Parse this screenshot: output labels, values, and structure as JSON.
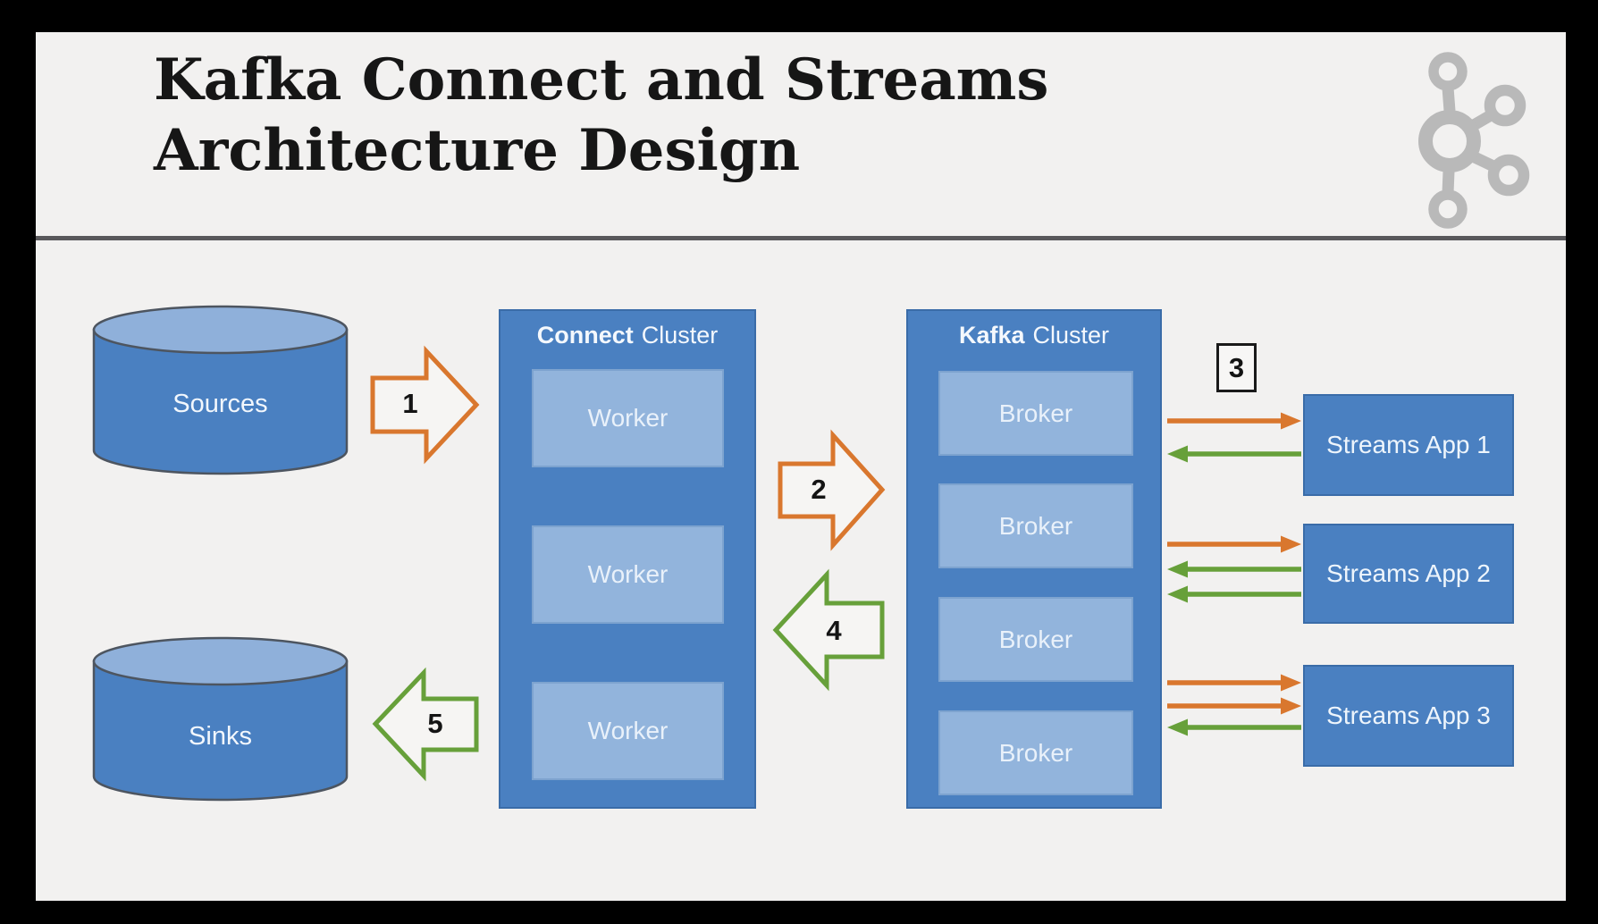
{
  "title": {
    "line1": "Kafka Connect and Streams",
    "line2": "Architecture Design"
  },
  "logo": {
    "name": "Apache Kafka logo",
    "color": "#b9b9b9"
  },
  "diagram": {
    "sources": {
      "label": "Sources"
    },
    "sinks": {
      "label": "Sinks"
    },
    "connect_cluster": {
      "title_bold": "Connect",
      "title_rest": "Cluster",
      "workers": [
        {
          "label": "Worker"
        },
        {
          "label": "Worker"
        },
        {
          "label": "Worker"
        }
      ]
    },
    "kafka_cluster": {
      "title_bold": "Kafka",
      "title_rest": "Cluster",
      "brokers": [
        {
          "label": "Broker"
        },
        {
          "label": "Broker"
        },
        {
          "label": "Broker"
        },
        {
          "label": "Broker"
        }
      ]
    },
    "streams_apps": [
      {
        "label": "Streams App 1"
      },
      {
        "label": "Streams App 2"
      },
      {
        "label": "Streams App 3"
      }
    ],
    "steps": {
      "s1": "1",
      "s2": "2",
      "s3": "3",
      "s4": "4",
      "s5": "5"
    },
    "colors": {
      "cluster_blue": "#4a80c1",
      "box_light_blue": "#92b4dc",
      "cylinder_top_blue": "#8fb0da",
      "arrow_orange": "#d9772e",
      "arrow_green": "#67a03a",
      "slide_background": "#f2f1f0",
      "divider_gray": "#59585b",
      "logo_gray": "#b9b9b9"
    }
  }
}
